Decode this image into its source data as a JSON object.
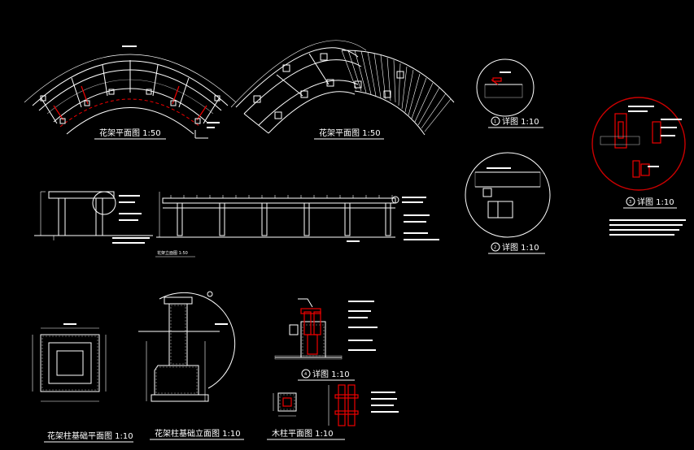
{
  "titles": {
    "plan_a": "花架平面图  1:50",
    "plan_b": "花架平面图  1:50",
    "detail_1": "详图  1:10",
    "detail_2": "详图  1:10",
    "detail_3": "详图  1:10",
    "detail_4": "详图  1:10",
    "elevation": "花架立面图 1:50",
    "base_plan": "花架柱基础平面图  1:10",
    "base_elev": "花架柱基础立面图  1:10",
    "col_plan": "木柱平面图  1:10"
  },
  "markers": {
    "d1": "1",
    "d2": "2",
    "d3": "3",
    "d4": "4"
  },
  "colors": {
    "background": "#000000",
    "line": "#ffffff",
    "accent": "#e00000"
  }
}
